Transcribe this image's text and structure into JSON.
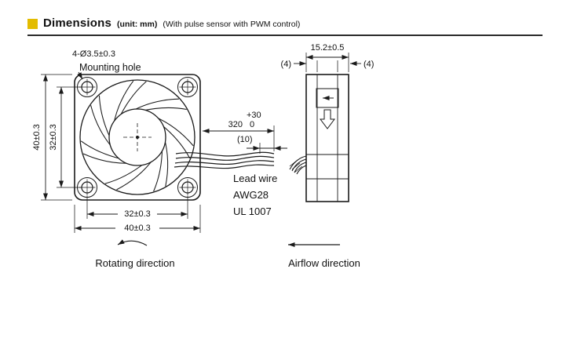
{
  "colors": {
    "accent": "#E3BC00",
    "line": "#1a1a1a"
  },
  "header": {
    "title": "Dimensions",
    "unit_note": "(unit: mm)",
    "variant_note": "(With pulse sensor with PWM control)"
  },
  "front_view": {
    "hole_callout": "4-Ø3.5±0.3",
    "hole_label": "Mounting hole",
    "dim_height_outer": "40±0.3",
    "dim_height_inner": "32±0.3",
    "dim_width_inner": "32±0.3",
    "dim_width_outer": "40±0.3",
    "rotation_label": "Rotating direction"
  },
  "side_view": {
    "dim_depth": "15.2±0.5",
    "dim_flange_left": "(4)",
    "dim_flange_right": "(4)",
    "airflow_label": "Airflow direction"
  },
  "lead_wire": {
    "length_tol_upper": "+30",
    "length_value": "320",
    "length_tol_lower": "0",
    "tip_length": "(10)",
    "line1": "Lead wire",
    "line2": "AWG28",
    "line3": "UL 1007"
  }
}
